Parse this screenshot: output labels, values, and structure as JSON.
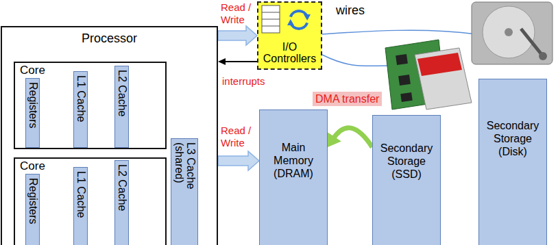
{
  "diagram": {
    "nodes": [
      {
        "text": [
          "Processor"
        ]
      },
      {
        "text": [
          "Core"
        ],
        "in": 0
      },
      {
        "text": [
          "Registers"
        ],
        "in": 1
      },
      {
        "text": [
          "L1 Cache"
        ],
        "in": 1
      },
      {
        "text": [
          "L2 Cache"
        ],
        "in": 1
      },
      {
        "text": [
          "Core"
        ],
        "in": 0
      },
      {
        "text": [
          "Registers"
        ],
        "in": 5
      },
      {
        "text": [
          "L1 Cache"
        ],
        "in": 5
      },
      {
        "text": [
          "L2 Cache"
        ],
        "in": 5
      },
      {
        "text": [
          "L3 Cache (shared)"
        ],
        "in": 0
      },
      {
        "text": [
          "I/O Controllers"
        ]
      },
      {
        "text": [
          "Main Memory (DRAM)"
        ]
      },
      {
        "text": [
          "Secondary Storage (SSD)"
        ]
      },
      {
        "text": [
          "Secondary Storage (Disk)"
        ]
      }
    ],
    "edges": [
      {
        "from": 0,
        "to": 10,
        "label": "Read / Write",
        "arrow": "to"
      },
      {
        "from": 10,
        "to": 0,
        "label": "interrupts",
        "arrow": "to"
      },
      {
        "from": 0,
        "to": 11,
        "label": "Read / Write",
        "arrow": "to"
      },
      {
        "from": 12,
        "to": 11,
        "label": "DMA transfer",
        "arrow": "to"
      }
    ],
    "labels": [
      "wires"
    ]
  }
}
